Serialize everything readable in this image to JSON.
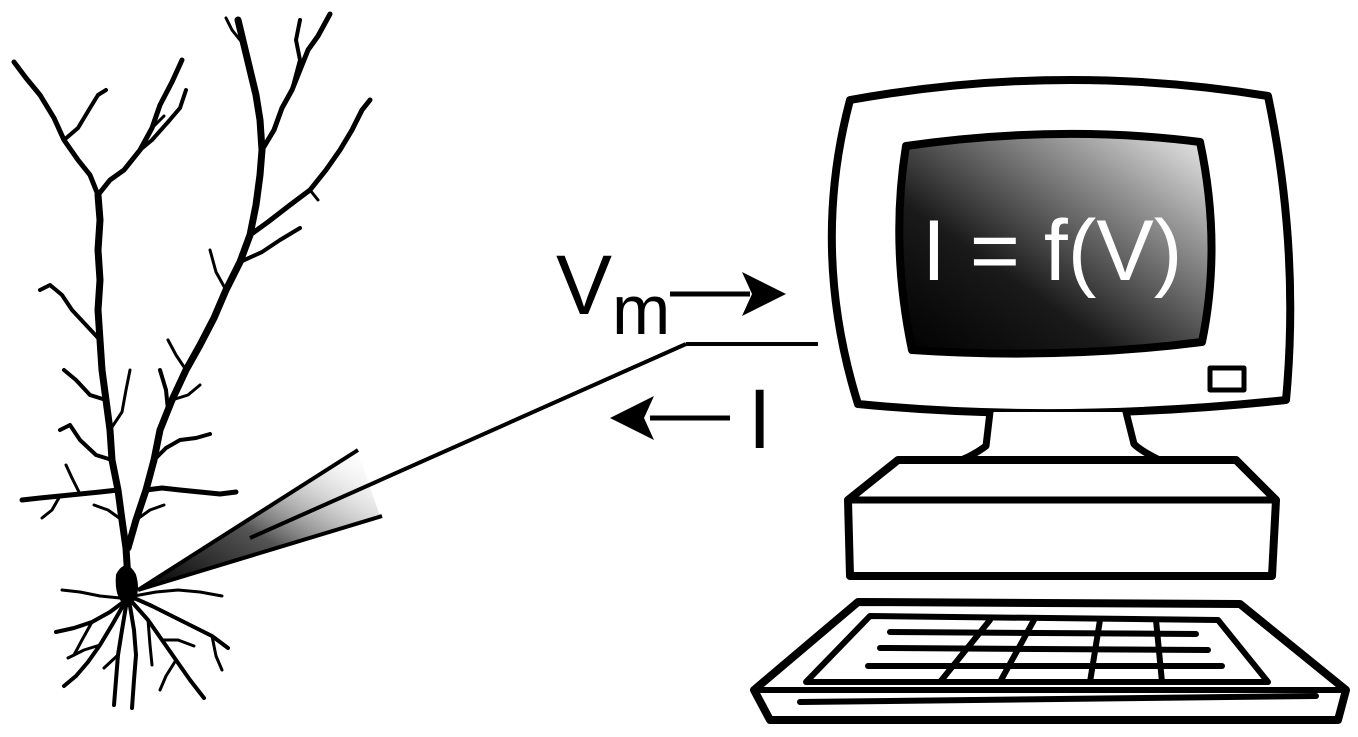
{
  "diagram": {
    "screen_equation": "I = f(V)",
    "voltage_label": {
      "main": "V",
      "subscript": "m"
    },
    "current_label": "I"
  },
  "colors": {
    "ink": "#000000",
    "paper": "#ffffff",
    "screen_dark": "#000000",
    "screen_light": "#e6e6e6"
  },
  "icons": {
    "neuron": "pyramidal-neuron-drawing",
    "electrode": "glass-micropipette",
    "computer": "desktop-computer"
  }
}
